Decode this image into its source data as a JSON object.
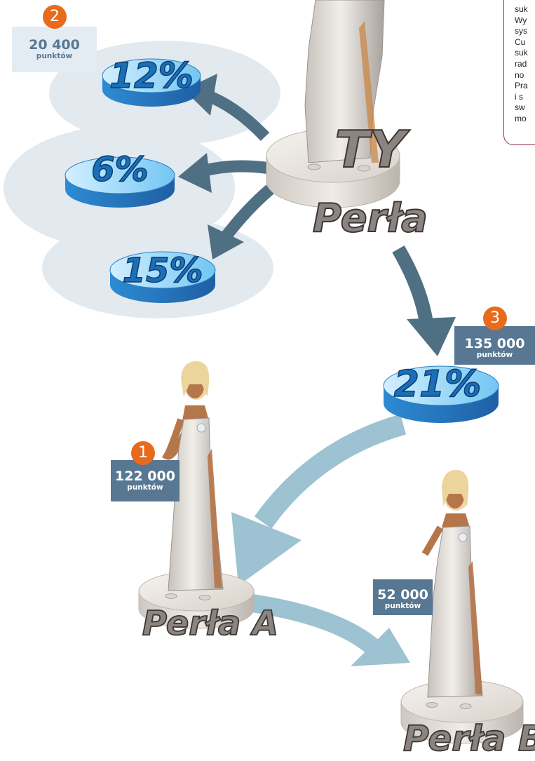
{
  "info_lines": [
    "suk",
    "Wy",
    "sys",
    "Cu",
    "suk",
    "rad",
    "no",
    "Pra",
    "i  s",
    "sw",
    "mo"
  ],
  "center_figure": {
    "label_top": "TY",
    "label_bottom": "Perła"
  },
  "figure_a": {
    "label": "Perła A"
  },
  "figure_b": {
    "label": "Perła B"
  },
  "discounts": [
    "12%",
    "6%",
    "15%",
    "21%"
  ],
  "badges": {
    "b1": {
      "step": "1",
      "value": "122 000",
      "unit": "punktów"
    },
    "b2": {
      "step": "2",
      "value": "20 400",
      "unit": "punktów"
    },
    "b3": {
      "step": "3",
      "value": "135 000",
      "unit": "punktów"
    },
    "b4": {
      "value": "52 000",
      "unit": "punktów"
    }
  },
  "colors": {
    "accent_orange": "#e86a1b",
    "badge_blue": "#577792",
    "badge_light": "#e3ecf3",
    "disc_blue": "#5ab8ee",
    "percent_text": "#1b6fb8",
    "label_gray": "#8b8481",
    "frame": "#9b2a4c"
  }
}
